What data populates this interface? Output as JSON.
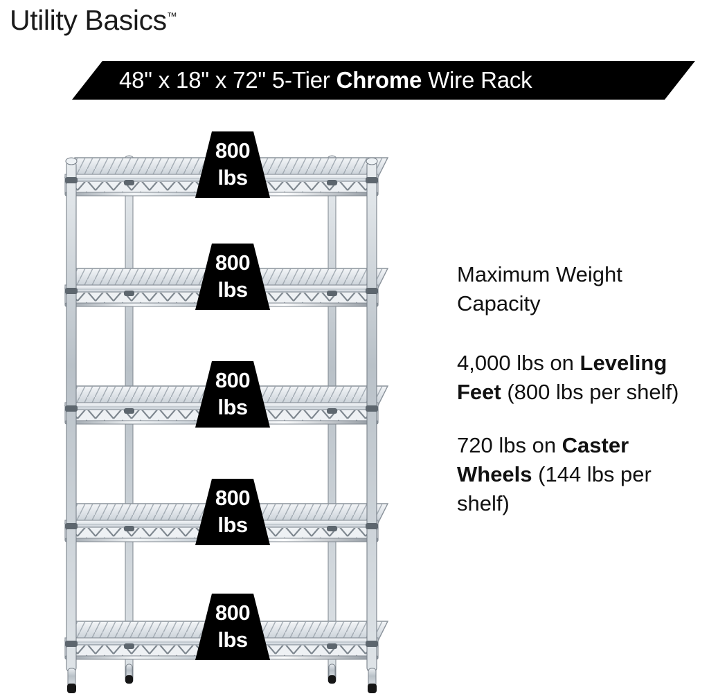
{
  "brand": {
    "name": "Utility Basics",
    "trademark": "™"
  },
  "banner": {
    "dimensions": "48\" x 18\" x 72\"",
    "tier": "5-Tier",
    "material": "Chrome",
    "product": "Wire Rack",
    "full_text": "48\" x 18\" x 72\" 5-Tier Chrome Wire Rack",
    "background_color": "#000000",
    "text_color": "#ffffff"
  },
  "rack": {
    "shelf_count": 5,
    "post_count": 4,
    "finish": "chrome",
    "foot_type": "leveling-feet",
    "foot_color": "#1a1a1a",
    "badges": [
      {
        "value": "800",
        "unit": "lbs"
      },
      {
        "value": "800",
        "unit": "lbs"
      },
      {
        "value": "800",
        "unit": "lbs"
      },
      {
        "value": "800",
        "unit": "lbs"
      },
      {
        "value": "800",
        "unit": "lbs"
      }
    ]
  },
  "capacity": {
    "heading_line1": "Maximum Weight",
    "heading_line2": "Capacity",
    "leveling": {
      "amount": "4,000 lbs on ",
      "emphasis": "Leveling Feet",
      "detail": " (800 lbs per shelf)"
    },
    "caster": {
      "amount": "720 lbs on ",
      "emphasis": "Caster Wheels",
      "detail": " (144 lbs per shelf)"
    }
  }
}
